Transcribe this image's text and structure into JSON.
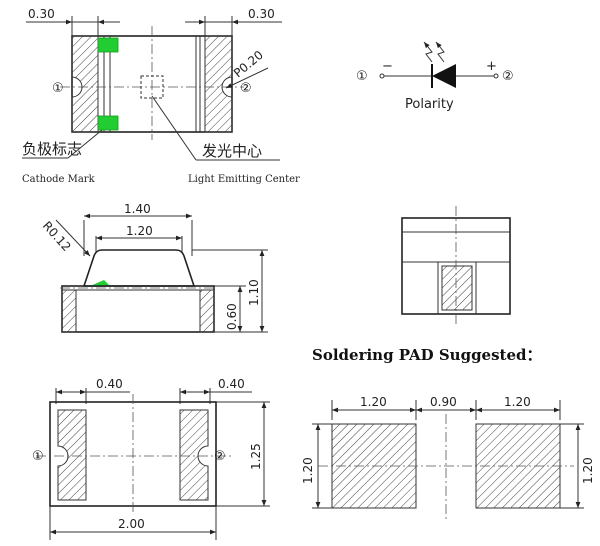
{
  "top_view": {
    "dim_left": "0.30",
    "dim_right": "0.30",
    "dim_radius": "P0.20",
    "pin_1": "①",
    "pin_2": "②",
    "cathode_label_cn": "负极标志",
    "cathode_label_en": "Cathode Mark",
    "center_label_cn": "发光中心",
    "center_label_en": "Light Emitting Center"
  },
  "polarity": {
    "pin_1": "①",
    "pin_2": "②",
    "minus": "−",
    "plus": "+",
    "label": "Polarity"
  },
  "side_view": {
    "dim_top_outer": "1.40",
    "dim_top_inner": "1.20",
    "dim_radius": "R0.12",
    "dim_height_body": "0.60",
    "dim_height_total": "1.10"
  },
  "bottom_view": {
    "dim_left": "0.40",
    "dim_right": "0.40",
    "dim_height": "1.25",
    "dim_width": "2.00",
    "pin_1": "①",
    "pin_2": "②"
  },
  "solder_pad": {
    "title": "Soldering PAD Suggested",
    "title_suffix": "：",
    "dim_left_pad": "1.20",
    "dim_gap": "0.90",
    "dim_right_pad": "1.20",
    "dim_height_left": "1.20",
    "dim_height_right": "1.20"
  },
  "colors": {
    "cathode_mark": "#22cc33"
  }
}
